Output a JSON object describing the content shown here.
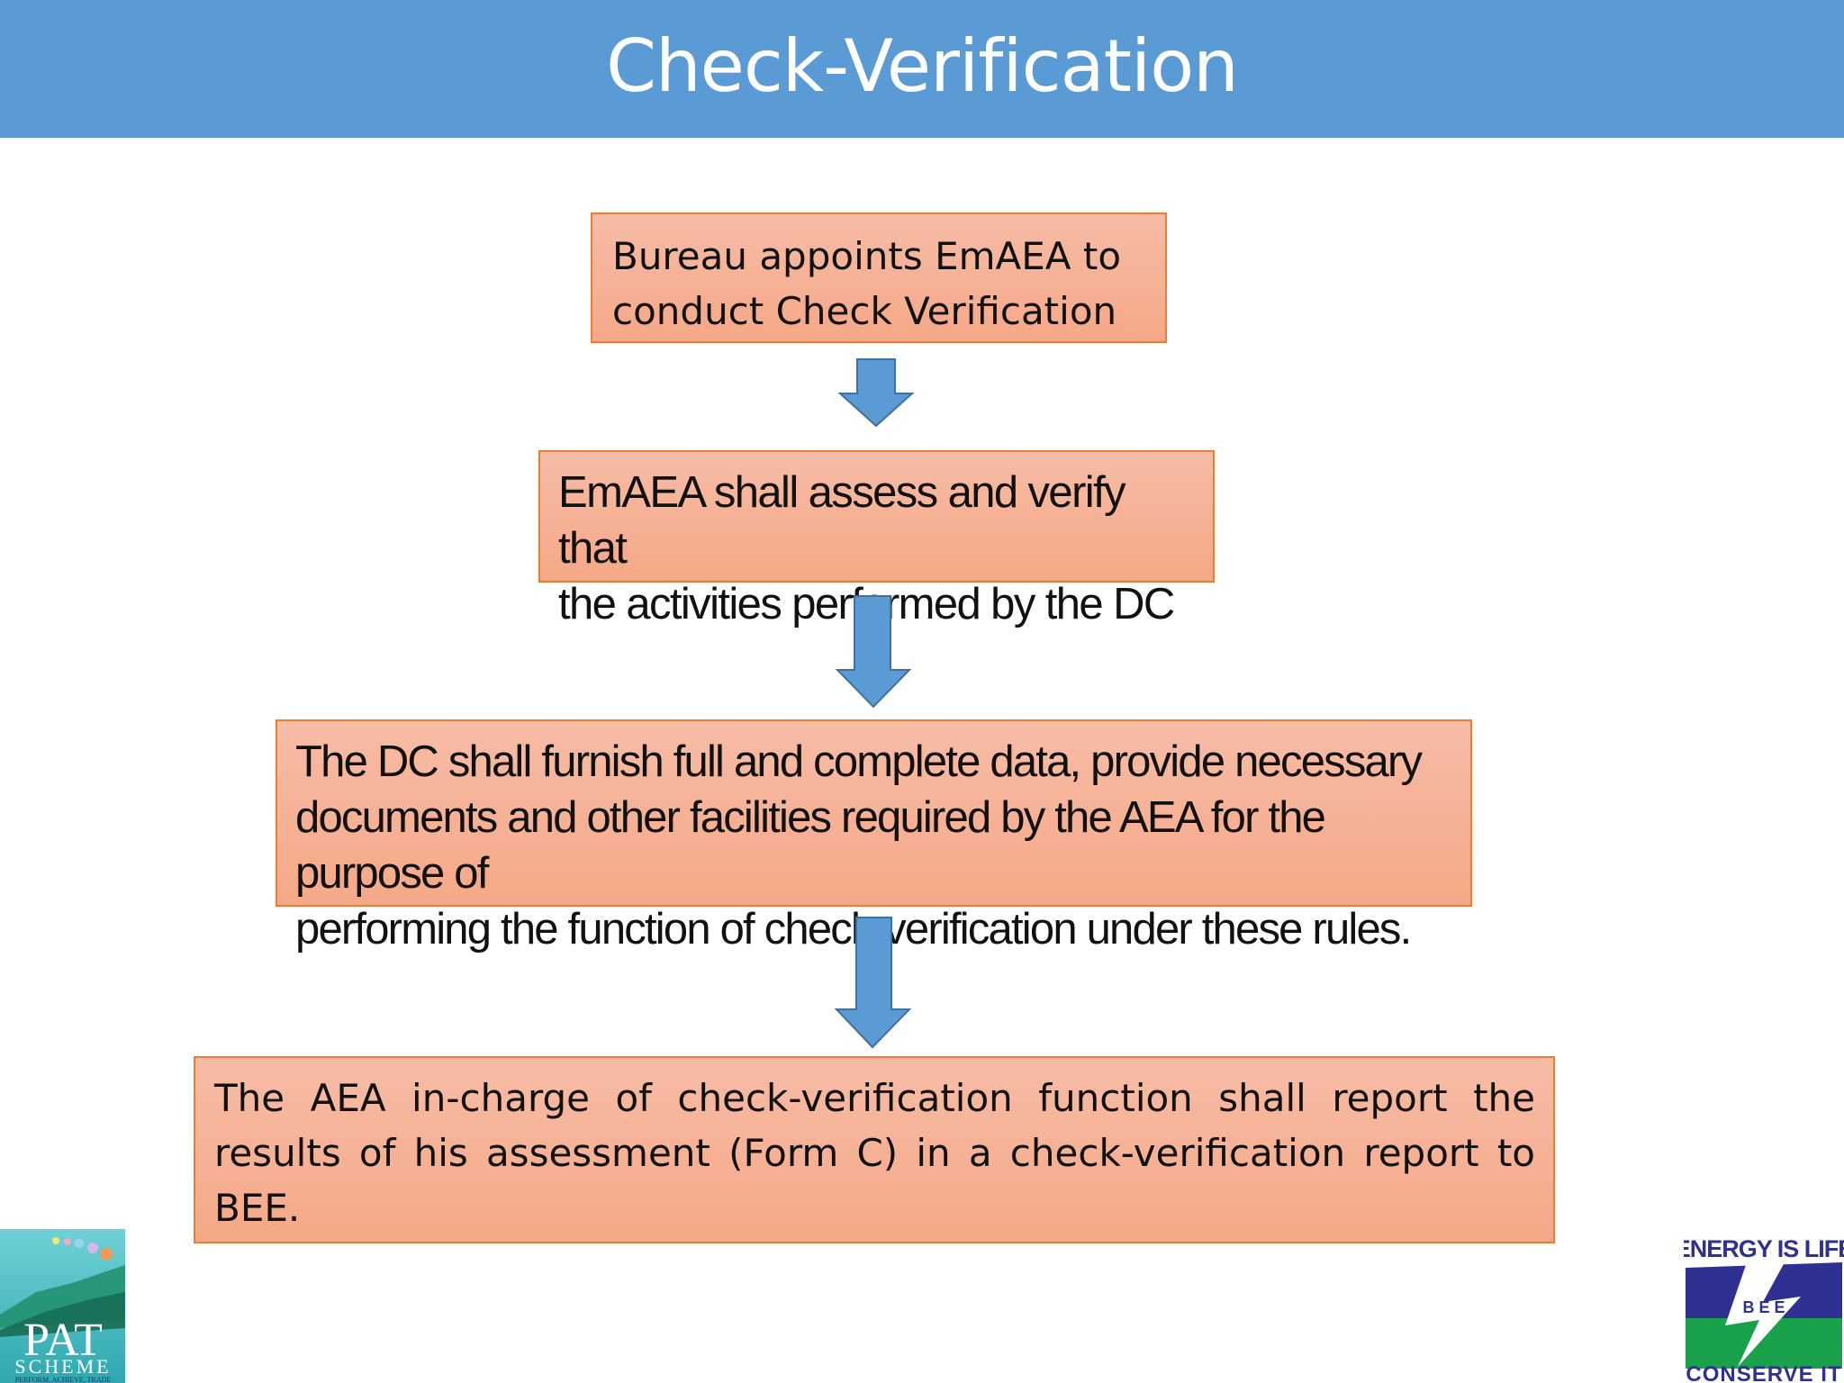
{
  "slide": {
    "title": "Check-Verification"
  },
  "flow": {
    "steps": [
      {
        "lines": [
          "Bureau appoints EmAEA to",
          "conduct Check Verification"
        ]
      },
      {
        "lines": [
          "EmAEA  shall assess and verify that",
          "the activities performed by the DC"
        ]
      },
      {
        "lines": [
          "The DC shall furnish full and complete data, provide necessary",
          "documents and other facilities required by the AEA for the purpose of",
          "performing the function of check-verification under these rules."
        ]
      },
      {
        "text": "The AEA in-charge of check-verification function shall report the results of his assessment (Form C) in a check-verification report to BEE."
      }
    ]
  },
  "logos": {
    "left": {
      "main": "PAT",
      "sub": "SCHEME",
      "tagline": "PERFORM, ACHIEVE, TRADE"
    },
    "right": {
      "top": "ENERGY IS LIFE",
      "middle": "B E E",
      "bottom": "CONSERVE IT"
    }
  },
  "colors": {
    "title_bar": "#5b9bd5",
    "box_fill_top": "#f7bca6",
    "box_fill_bottom": "#f5a887",
    "box_border": "#ed7d31",
    "arrow_fill": "#5b9bd5",
    "arrow_stroke": "#41719c"
  },
  "icons": [
    "down-arrow-icon",
    "pat-scheme-logo",
    "bee-logo"
  ]
}
